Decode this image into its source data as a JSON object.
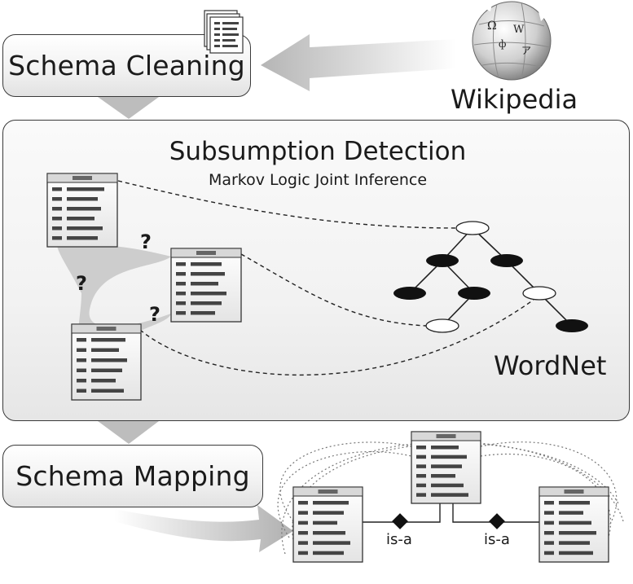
{
  "schema_cleaning": {
    "label": "Schema Cleaning"
  },
  "wikipedia": {
    "label": "Wikipedia"
  },
  "subsumption": {
    "title": "Subsumption Detection",
    "subtitle": "Markov Logic Joint Inference",
    "wordnet_label": "WordNet",
    "question_mark": "?"
  },
  "schema_mapping": {
    "label": "Schema Mapping",
    "relation_label": "is-a"
  },
  "colors": {
    "node_dark": "#111111",
    "node_light": "#ffffff",
    "table_header": "#d8d8d8",
    "bar": "#444444"
  }
}
